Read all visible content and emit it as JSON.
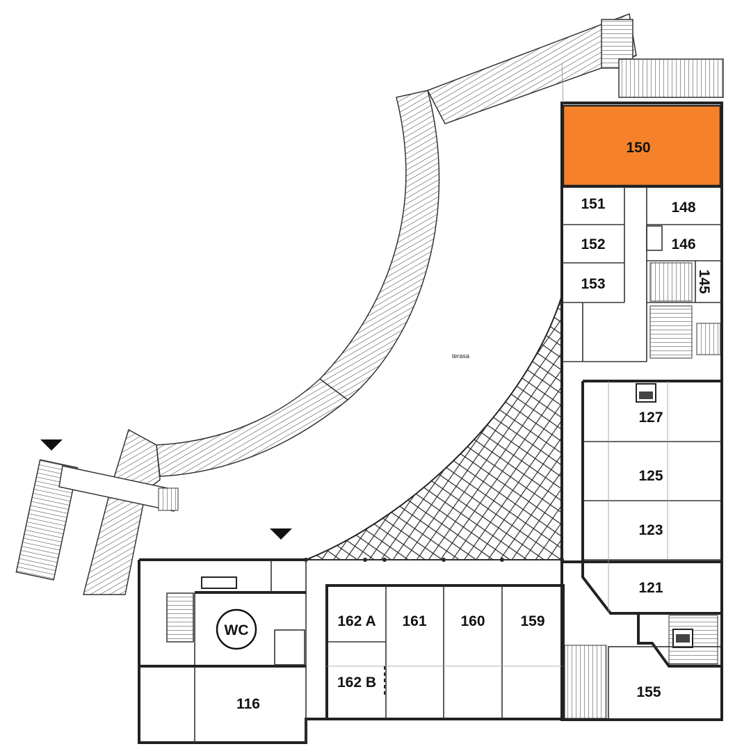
{
  "colors": {
    "highlight": "#F5822A",
    "wall": "#222222",
    "background": "#FFFFFF"
  },
  "labels": {
    "terrace": "terasa",
    "wc": "WC"
  },
  "rooms": {
    "r150": "150",
    "r151": "151",
    "r148": "148",
    "r152": "152",
    "r146": "146",
    "r153": "153",
    "r145": "145",
    "r127": "127",
    "r125": "125",
    "r123": "123",
    "r121": "121",
    "r155": "155",
    "r159": "159",
    "r160": "160",
    "r161": "161",
    "r162a": "162 A",
    "r162b": "162 B",
    "r116": "116"
  },
  "icons": {
    "entrance_markers": "triangle-down-icon",
    "elevators": "elevator-icon"
  }
}
